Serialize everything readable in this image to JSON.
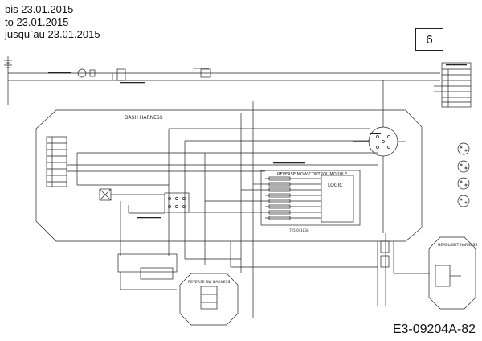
{
  "header": {
    "lines": [
      "bis 23.01.2015",
      "to 23.01.2015",
      "jusqu`au 23.01.2015"
    ]
  },
  "page_number": "6",
  "diagram_code": "E3-09204A-82",
  "labels": {
    "dash_harness": "DASH HARNESS",
    "rmc_title": "REVERSE MOW CONTROL MODULE",
    "logic": "LOGIC",
    "rmc_part": "725-04183A",
    "headlight_harness": "HEADLIGHT\nHARNESS",
    "reverse_harness": "REVERSE SW\nHARNESS"
  }
}
